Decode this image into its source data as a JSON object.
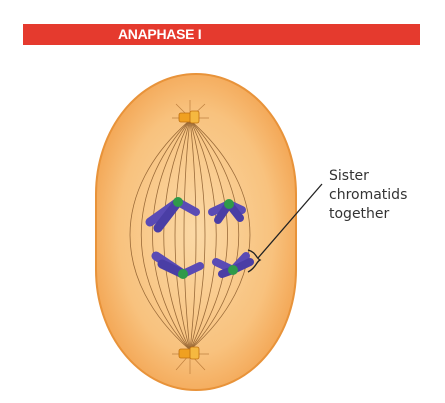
{
  "header": {
    "title": "ANAPHASE I"
  },
  "annotation": {
    "lines": [
      "Sister",
      "chromatids",
      "together"
    ]
  },
  "colors": {
    "banner": "#e53a2e",
    "cell_outer": "#f2a84a",
    "cell_inner": "#f9cc8e",
    "spindle": "#8a5a2a",
    "chromosome": "#5a4bb5",
    "centromere": "#2f9a4a",
    "centrosome": "#f0a020"
  }
}
